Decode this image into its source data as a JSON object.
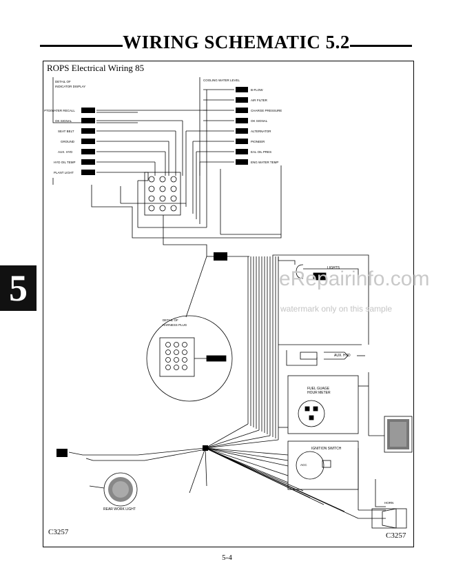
{
  "header": {
    "title": "WIRING SCHEMATIC 5.2"
  },
  "section_tab": "5",
  "diagram": {
    "title": "ROPS Electrical Wiring 85",
    "code_left": "C3257",
    "code_right": "C3257",
    "detail_indicator": [
      "DETAIL OF",
      "INDICATOR DISPLAY"
    ],
    "detail_harness": [
      "DETAIL OF",
      "HARNESS PLUG"
    ],
    "left_labels": [
      "PTO/WATER RECALL",
      "OK SIGNAL",
      "SEAT BELT",
      "GROUND",
      "AUX. HYD",
      "HYD OIL TEMP",
      "PLANT LIGHT"
    ],
    "right_labels": [
      "B-FLOW",
      "AIR FILTER",
      "CHARGE PRESSURE",
      "OK SIGNAL",
      "ALTERNATOR",
      "PIONEER",
      "EAL OIL PRES",
      "ENG WATER TEMP"
    ],
    "top_right_label": "COOLING WATER LEVEL",
    "lights": "LIGHTS",
    "aux_hyd": "AUX. HYD",
    "fuel_gauge": [
      "FUEL GUAGE",
      "HOUR METER"
    ],
    "ignition": "IGNITION SWITCH",
    "rear_work_light": "REAR WORK LIGHT",
    "horn": "HORN",
    "acc": "ACC"
  },
  "watermark": {
    "site": "eRepairinfo.com",
    "note": "watermark only on this sample"
  },
  "footer": {
    "page": "5-4"
  }
}
